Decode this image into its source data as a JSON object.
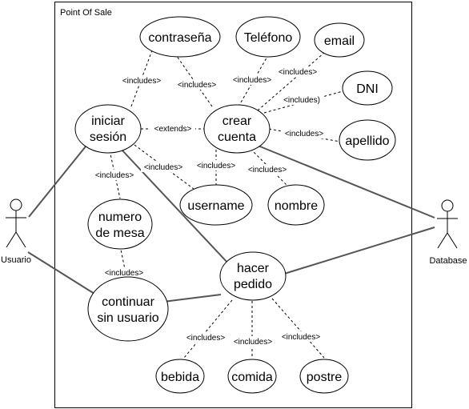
{
  "system": {
    "title": "Point Of Sale"
  },
  "actors": {
    "usuario": "Usuario",
    "database": "Database"
  },
  "use_cases": {
    "contrasena": [
      "contraseña"
    ],
    "telefono": [
      "Teléfono"
    ],
    "email": [
      "email"
    ],
    "dni": [
      "DNI"
    ],
    "apellido": [
      "apellido"
    ],
    "iniciar_sesion": [
      "iniciar",
      "sesión"
    ],
    "crear_cuenta": [
      "crear",
      "cuenta"
    ],
    "username": [
      "username"
    ],
    "nombre": [
      "nombre"
    ],
    "numero_de_mesa": [
      "numero",
      "de mesa"
    ],
    "continuar_sin_usuario": [
      "continuar",
      "sin usuario"
    ],
    "hacer_pedido": [
      "hacer",
      "pedido"
    ],
    "bebida": [
      "bebida"
    ],
    "comida": [
      "comida"
    ],
    "postre": [
      "postre"
    ]
  },
  "relations": {
    "includes": "<includes>",
    "includes_open": "<includes)",
    "extends": "<extends>"
  }
}
